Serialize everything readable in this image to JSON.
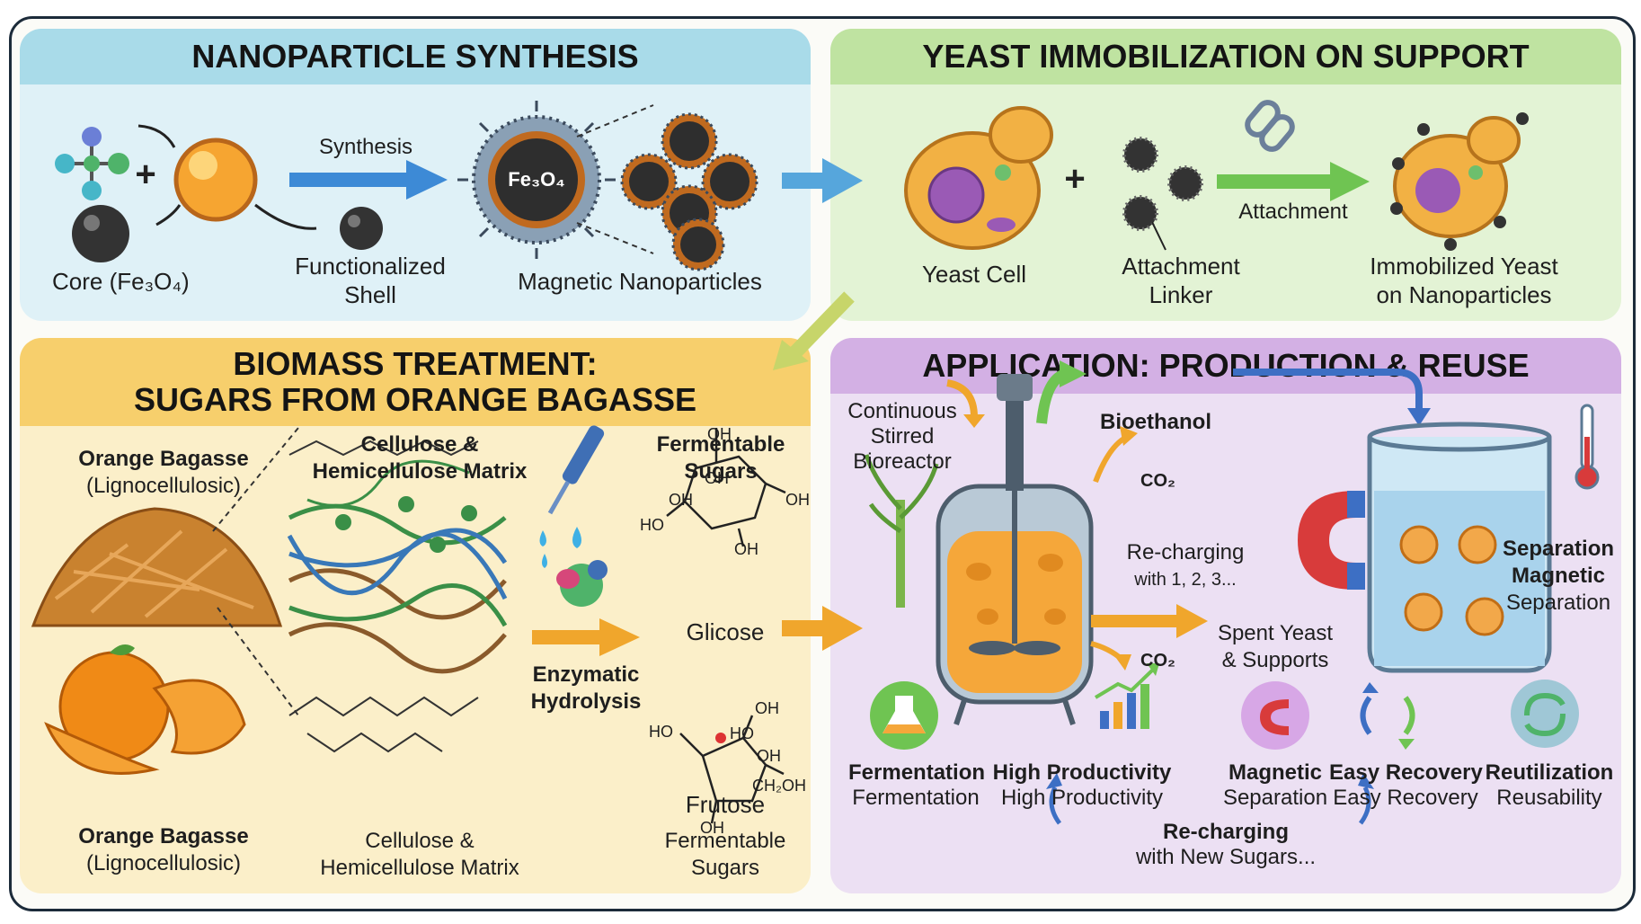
{
  "sections": {
    "synthesis": {
      "title": "NANOPARTICLE SYNTHESIS",
      "core": "Core (Fe₃O₄)",
      "shell_line1": "Functionalized",
      "shell_line2": "Shell",
      "arrow": "Synthesis",
      "core_formula": "Fe₃O₄",
      "result": "Magnetic Nanoparticles"
    },
    "immobilization": {
      "title": "YEAST IMMOBILIZATION ON SUPPORT",
      "yeast": "Yeast Cell",
      "linker_line1": "Attachment",
      "linker_line2": "Linker",
      "arrow": "Attachment",
      "result_line1": "Immobilized Yeast",
      "result_line2": "on Nanoparticles"
    },
    "biomass": {
      "title_line1": "BIOMASS TREATMENT:",
      "title_line2": "SUGARS FROM ORANGE BAGASSE",
      "bagasse_top_line1": "Orange Bagasse",
      "bagasse_top_line2": "(Lignocellulosic)",
      "matrix_top_line1": "Cellulose &",
      "matrix_top_line2": "Hemicellulose Matrix",
      "sugars_top_line1": "Fermentable",
      "sugars_top_line2": "Sugars",
      "enzymatic_line1": "Enzymatic",
      "enzymatic_line2": "Hydrolysis",
      "glucose": "Glicose",
      "fructose": "Frutose",
      "bagasse_bottom_line1": "Orange Bagasse",
      "bagasse_bottom_line2": "(Lignocellulosic)",
      "matrix_bottom_line1": "Cellulose &",
      "matrix_bottom_line2": "Hemicellulose Matrix",
      "sugars_bottom_line1": "Fermentable",
      "sugars_bottom_line2": "Sugars",
      "chem": {
        "oh": "OH",
        "ho": "HO",
        "ch2oh": "CH₂OH"
      }
    },
    "application": {
      "title": "APPLICATION: PRODUCTION & REUSE",
      "reactor_line1": "Continuous",
      "reactor_line2": "Stirred",
      "reactor_line3": "Bioreactor",
      "bioethanol": "Bioethanol",
      "co2_top": "CO₂",
      "co2_bottom": "CO₂",
      "recharge_line1": "Re-charging",
      "recharge_line2": "with 1, 2, 3...",
      "spent_line1": "Spent Yeast",
      "spent_line2": "& Supports",
      "separation_line1": "Separation",
      "separation_line2": "Magnetic",
      "separation_line3": "Separation",
      "bottom_recharge_line1": "Re-charging",
      "bottom_recharge_line2": "with New Sugars...",
      "features": [
        {
          "bold": "Fermentation",
          "normal": "Fermentation",
          "icon": "flask-icon"
        },
        {
          "bold": "High Productivity",
          "normal": "High Productivity",
          "icon": "growth-chart-icon"
        },
        {
          "bold": "Magnetic",
          "normal": "Separation",
          "icon": "magnet-icon"
        },
        {
          "bold": "Easy Recovery",
          "normal": "Easy Recovery",
          "icon": "recovery-arrows-icon"
        },
        {
          "bold": "Reutilization",
          "normal": "Reusability",
          "icon": "recycle-icon"
        }
      ]
    }
  },
  "colors": {
    "synthesis_bg": "#dff1f7",
    "synthesis_header": "#a9dbe9",
    "immobilization_bg": "#e3f3d5",
    "immobilization_header": "#bfe3a1",
    "biomass_bg": "#fbefc9",
    "biomass_header": "#f7cf6c",
    "application_bg": "#ece0f3",
    "application_header": "#d3b0e4"
  }
}
